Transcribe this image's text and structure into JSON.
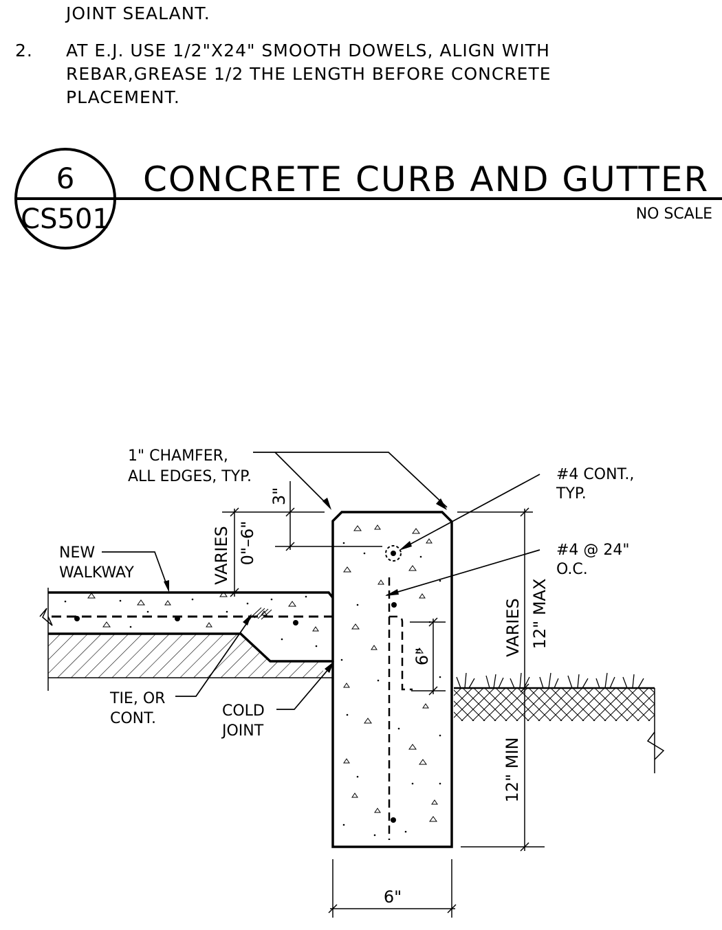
{
  "notes": {
    "line_prev": "JOINT SEALANT.",
    "item2_number": "2.",
    "item2_line1": "AT E.J. USE 1/2\"X24\" SMOOTH DOWELS, ALIGN WITH",
    "item2_line2": "REBAR,GREASE 1/2 THE LENGTH BEFORE CONCRETE",
    "item2_line3": "PLACEMENT."
  },
  "title_block": {
    "detail_number": "6",
    "sheet_number": "CS501",
    "title": "CONCRETE CURB AND GUTTER",
    "scale": "NO SCALE"
  },
  "callouts": {
    "chamfer_line1": "1\" CHAMFER,",
    "chamfer_line2": "ALL EDGES, TYP.",
    "rebar_cont_line1": "#4 CONT.,",
    "rebar_cont_line2": "TYP.",
    "rebar_oc_line1": "#4 @ 24\"",
    "rebar_oc_line2": "O.C.",
    "walkway_line1": "NEW",
    "walkway_line2": "WALKWAY",
    "tie_line1": "TIE, OR",
    "tie_line2": "CONT.",
    "cold_joint_line1": "COLD",
    "cold_joint_line2": "JOINT"
  },
  "dimensions": {
    "top_cover": "3\"",
    "step_varies": "VARIES",
    "step_range": "0\"–6\"",
    "hook_length": "6\"",
    "reveal_varies": "VARIES",
    "reveal_max": "12\" MAX",
    "embed_min": "12\" MIN",
    "curb_width": "6\""
  }
}
